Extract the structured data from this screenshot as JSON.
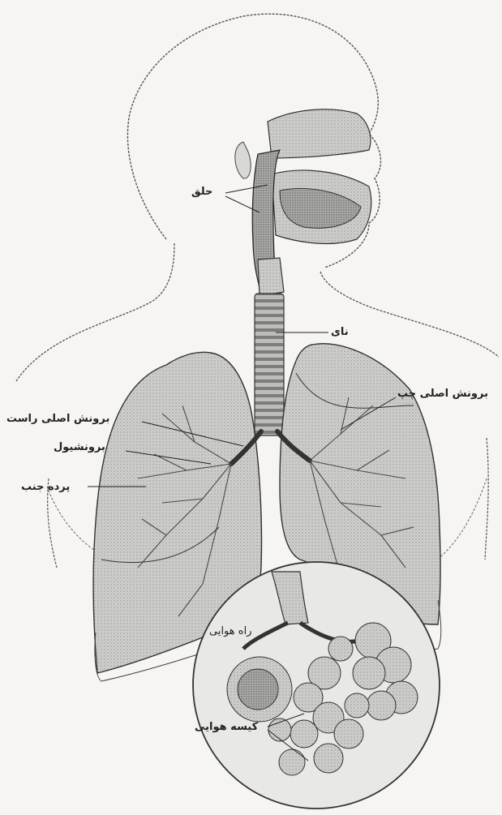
{
  "labels": {
    "pharynx": "حلق",
    "trachea": "نای",
    "left_main_bronchus": "برونش اصلی چپ",
    "right_main_bronchus": "برونش اصلی راست",
    "bronchiole": "برونشیول",
    "pleura": "پرده جنب",
    "airway": "راه هوایی",
    "alveoli": "کیسه هوایی"
  },
  "colors": {
    "paper": "#f6f5f1",
    "ink": "#2a2a2a",
    "lung_fill": "#c9c9c6",
    "lung_dark": "#9a9a96",
    "zoom_fill": "#d4d4d0"
  }
}
